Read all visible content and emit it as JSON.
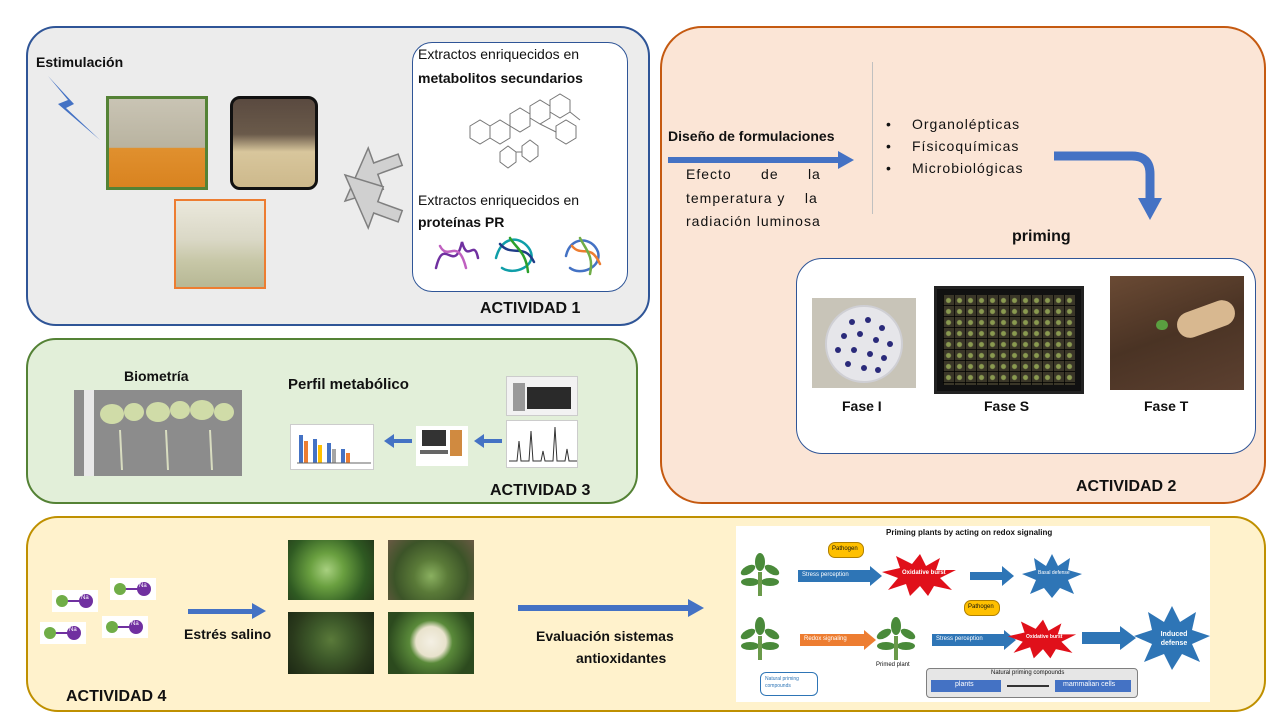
{
  "activity1": {
    "label": "ACTIVIDAD 1",
    "stimulation_label": "Estimulación",
    "secondary_metabolites_line1": "Extractos enriquecidos en",
    "secondary_metabolites_line2": "metabolitos secundarios",
    "pr_proteins_line1": "Extractos enriquecidos en",
    "pr_proteins_line2": "proteínas PR"
  },
  "activity2": {
    "label": "ACTIVIDAD 2",
    "formulation_label": "Diseño de formulaciones",
    "effect_line1": "Efecto      de      la",
    "effect_line2": "temperatura y    la",
    "effect_line3": "radiación luminosa",
    "properties": [
      "Organolépticas",
      "Físicoquímicas",
      "Microbiológicas"
    ],
    "priming_label": "priming",
    "phases": [
      "Fase I",
      "Fase S",
      "Fase T"
    ]
  },
  "activity3": {
    "label": "ACTIVIDAD 3",
    "biometry_label": "Biometría",
    "metabolic_profile_label": "Perfil metabólico"
  },
  "activity4": {
    "label": "ACTIVIDAD 4",
    "salt_stress_label": "Estrés salino",
    "evaluation_line1": "Evaluación sistemas",
    "evaluation_line2": "antioxidantes",
    "ion_labels": [
      "Na",
      "Na",
      "Na",
      "Na"
    ],
    "redox_figure": {
      "title": "Priming plants by acting on redox signaling",
      "pathogen": "Pathogen",
      "stress_perception": "Stress perception",
      "oxidative_burst": "Oxidative burst",
      "basal_defense": "Basal defense",
      "redox_signaling": "Redox signaling",
      "primed_plant": "Primed plant",
      "induced_defense": "Induced defense",
      "natural_priming_compounds": "Natural priming compounds",
      "plants": "plants",
      "mammalian_cells": "mammalian cells"
    }
  },
  "colors": {
    "activity1_border": "#2f5597",
    "activity1_fill": "#ececec",
    "activity2_border": "#c55a11",
    "activity2_fill": "#fbe5d6",
    "activity3_border": "#548235",
    "activity3_fill": "#e2efd9",
    "activity4_border": "#bf9000",
    "activity4_fill": "#fff2cc",
    "arrow_blue": "#4472c4"
  }
}
